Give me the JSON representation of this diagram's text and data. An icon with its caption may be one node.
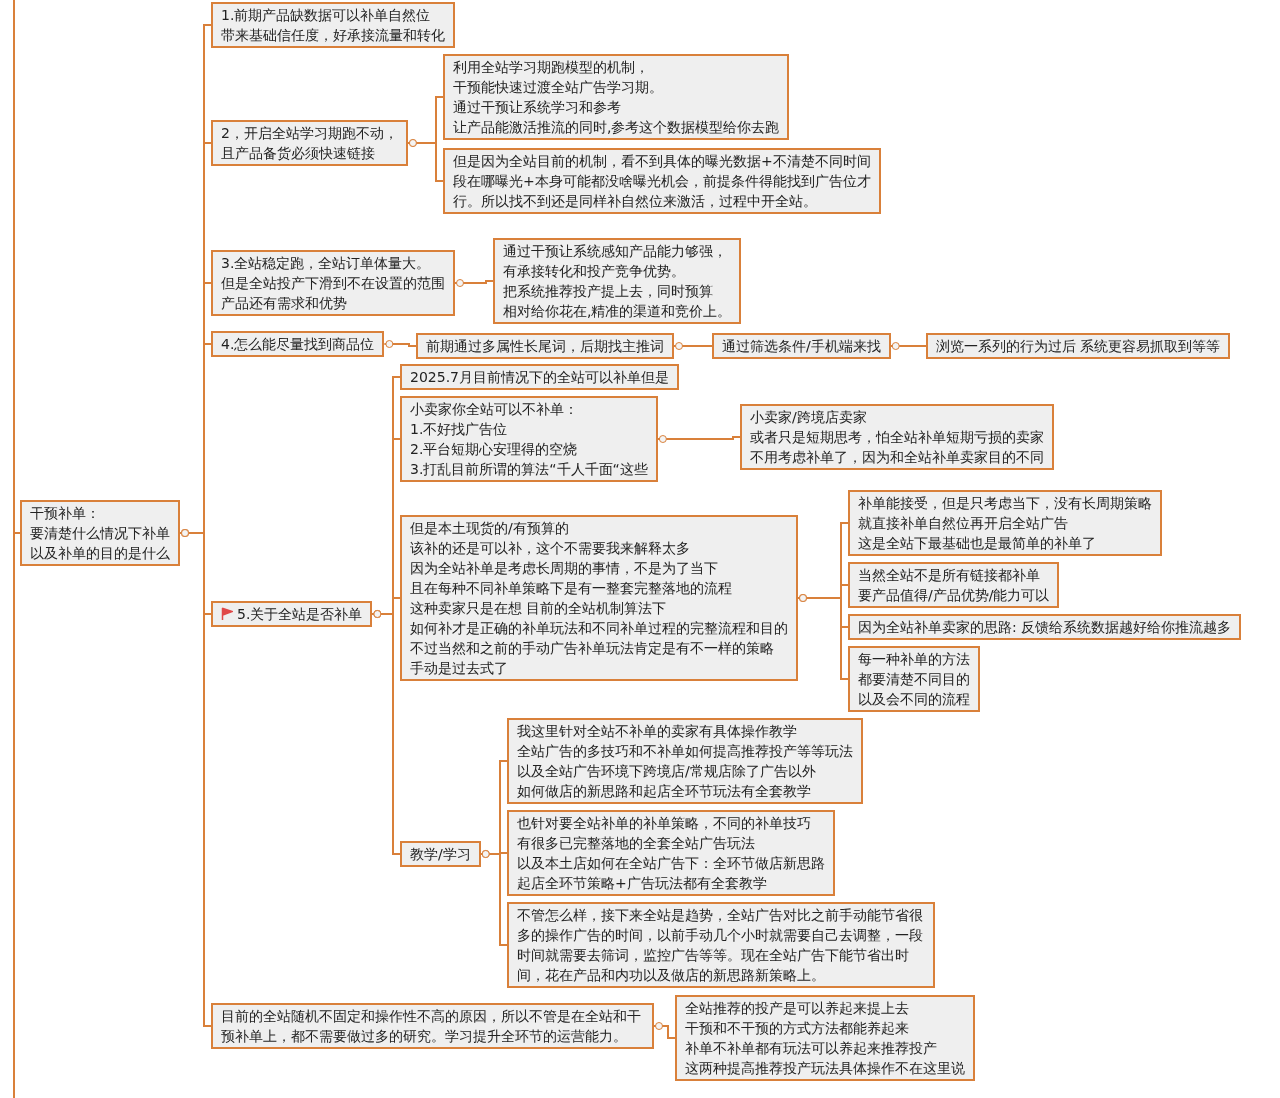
{
  "diagram": {
    "nodes": [
      {
        "text": [
          "干预补单：",
          "要清楚什么情况下补单",
          "以及补单的目的是什么"
        ]
      },
      {
        "text": [
          "1.前期产品缺数据可以补单自然位",
          "带来基础信任度，好承接流量和转化"
        ]
      },
      {
        "text": [
          "2，开启全站学习期跑不动，",
          "且产品备货必须快速链接"
        ]
      },
      {
        "text": [
          "利用全站学习期跑模型的机制，",
          "干预能快速过渡全站广告学习期。",
          "通过干预让系统学习和参考",
          "让产品能激活推流的同时,参考这个数据模型给你去跑"
        ]
      },
      {
        "text": [
          "但是因为全站目前的机制，看不到具体的曝光数据+不清楚不同时间段在哪曝光+本身可能都没啥曝光机会，前提条件得能找到广告位才行。所以找不到还是同样补自然位来激活，过程中开全站。"
        ]
      },
      {
        "text": [
          "3.全站稳定跑，全站订单体量大。",
          "但是全站投产下滑到不在设置的范围",
          "产品还有需求和优势"
        ]
      },
      {
        "text": [
          "通过干预让系统感知产品能力够强，",
          "有承接转化和投产竞争优势。",
          "把系统推荐投产提上去，同时预算",
          "相对给你花在,精准的渠道和竞价上。"
        ]
      },
      {
        "text": [
          "4.怎么能尽量找到商品位"
        ]
      },
      {
        "text": [
          "前期通过多属性长尾词，后期找主推词"
        ]
      },
      {
        "text": [
          "通过筛选条件/手机端来找"
        ]
      },
      {
        "text": [
          "浏览一系列的行为过后 系统更容易抓取到等等"
        ]
      },
      {
        "text": [
          "5.关于全站是否补单"
        ]
      },
      {
        "text": [
          "2025.7月目前情况下的全站可以补单但是"
        ]
      },
      {
        "text": [
          "小卖家你全站可以不补单：",
          "1.不好找广告位",
          "2.平台短期心安理得的空烧",
          "3.打乱目前所谓的算法“千人千面“这些"
        ]
      },
      {
        "text": [
          "小卖家/跨境店卖家",
          "或者只是短期思考，怕全站补单短期亏损的卖家",
          "不用考虑补单了，因为和全站补单卖家目的不同"
        ]
      },
      {
        "text": [
          "但是本土现货的/有预算的",
          "该补的还是可以补，这个不需要我来解释太多",
          "因为全站补单是考虑长周期的事情，不是为了当下",
          "且在每种不同补单策略下是有一整套完整落地的流程",
          "这种卖家只是在想 目前的全站机制算法下",
          "如何补才是正确的补单玩法和不同补单过程的完整流程和目的",
          "不过当然和之前的手动广告补单玩法肯定是有不一样的策略",
          "手动是过去式了"
        ]
      },
      {
        "text": [
          "补单能接受，但是只考虑当下，没有长周期策略",
          "就直接补单自然位再开启全站广告",
          "这是全站下最基础也是最简单的补单了"
        ]
      },
      {
        "text": [
          "当然全站不是所有链接都补单",
          "要产品值得/产品优势/能力可以"
        ]
      },
      {
        "text": [
          "因为全站补单卖家的思路: 反馈给系统数据越好给你推流越多"
        ]
      },
      {
        "text": [
          "每一种补单的方法",
          "都要清楚不同目的",
          "以及会不同的流程"
        ]
      },
      {
        "text": [
          "教学/学习"
        ]
      },
      {
        "text": [
          "我这里针对全站不补单的卖家有具体操作教学",
          "全站广告的多技巧和不补单如何提高推荐投产等等玩法",
          "以及全站广告环境下跨境店/常规店除了广告以外",
          "如何做店的新思路和起店全环节玩法有全套教学"
        ]
      },
      {
        "text": [
          "也针对要全站补单的补单策略，不同的补单技巧",
          "有很多已完整落地的全套全站广告玩法",
          "以及本土店如何在全站广告下：全环节做店新思路",
          "起店全环节策略+广告玩法都有全套教学"
        ]
      },
      {
        "text": [
          "不管怎么样，接下来全站是趋势，全站广告对比之前手动能节省很多的操作广告的时间，以前手动几个小时就需要自己去调整，一段时间就需要去筛词，监控广告等等。现在全站广告下能节省出时间，花在产品和内功以及做店的新思路新策略上。"
        ]
      },
      {
        "text": [
          "目前的全站随机不固定和操作性不高的原因，所以不管是在全站和干预补单上，都不需要做过多的研究。学习提升全环节的运营能力。"
        ]
      },
      {
        "text": [
          "全站推荐的投产是可以养起来提上去",
          "干预和不干预的方式方法都能养起来",
          "补单不补单都有玩法可以养起来推荐投产",
          "这两种提高推荐投产玩法具体操作不在这里说"
        ]
      }
    ],
    "edges": [
      {
        "from": 0,
        "to": 1,
        "arrow": "other"
      },
      {
        "from": 0,
        "to": 2,
        "arrow": "other"
      },
      {
        "from": 2,
        "to": 3,
        "arrow": "other"
      },
      {
        "from": 2,
        "to": 4,
        "arrow": "other"
      },
      {
        "from": 0,
        "to": 5,
        "arrow": "other"
      },
      {
        "from": 5,
        "to": 6,
        "arrow": "other"
      },
      {
        "from": 0,
        "to": 7,
        "arrow": "other"
      },
      {
        "from": 7,
        "to": 8,
        "arrow": "other"
      },
      {
        "from": 8,
        "to": 9,
        "arrow": "other"
      },
      {
        "from": 9,
        "to": 10,
        "arrow": "other"
      },
      {
        "from": 0,
        "to": 11,
        "arrow": "other"
      },
      {
        "from": 11,
        "to": 12,
        "arrow": "other"
      },
      {
        "from": 11,
        "to": 13,
        "arrow": "other"
      },
      {
        "from": 13,
        "to": 14,
        "arrow": "other"
      },
      {
        "from": 11,
        "to": 15,
        "arrow": "other"
      },
      {
        "from": 15,
        "to": 16,
        "arrow": "other"
      },
      {
        "from": 15,
        "to": 17,
        "arrow": "other"
      },
      {
        "from": 15,
        "to": 18,
        "arrow": "other"
      },
      {
        "from": 15,
        "to": 19,
        "arrow": "other"
      },
      {
        "from": 11,
        "to": 20,
        "arrow": "other"
      },
      {
        "from": 20,
        "to": 21,
        "arrow": "other"
      },
      {
        "from": 20,
        "to": 22,
        "arrow": "other"
      },
      {
        "from": 20,
        "to": 23,
        "arrow": "other"
      },
      {
        "from": 0,
        "to": 24,
        "arrow": "other"
      },
      {
        "from": 24,
        "to": 25,
        "arrow": "other"
      }
    ]
  }
}
